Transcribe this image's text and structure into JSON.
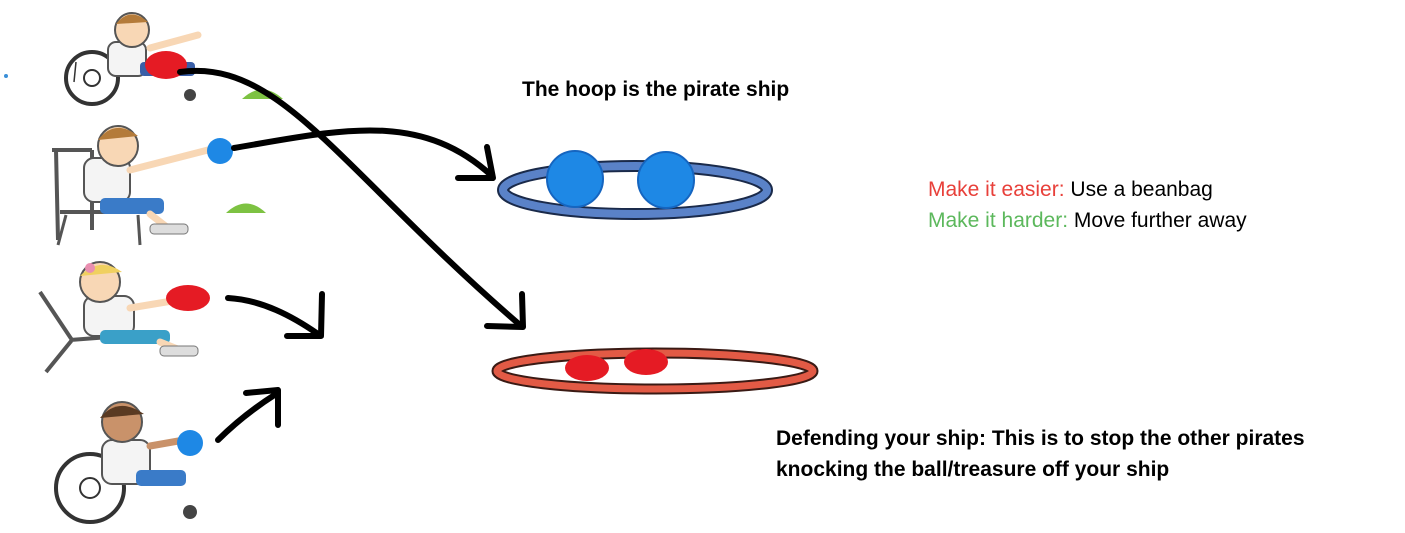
{
  "texts": {
    "hoop_label": "The hoop is the pirate ship",
    "easier_label": "Make it easier:",
    "easier_text": " Use a beanbag",
    "harder_label": "Make it harder:",
    "harder_text": " Move further away",
    "defending": "Defending your ship: This is to stop the other pirates knocking the ball/treasure off your ship"
  },
  "colors": {
    "easier": "#e8403a",
    "harder": "#5cb85c",
    "bullet": "#3a8fd8",
    "red_ball": "#e51b24",
    "blue_ball": "#1e88e5",
    "blue_hoop": "#5a82c8",
    "red_hoop": "#e25a45",
    "cone": "#7dc242"
  }
}
